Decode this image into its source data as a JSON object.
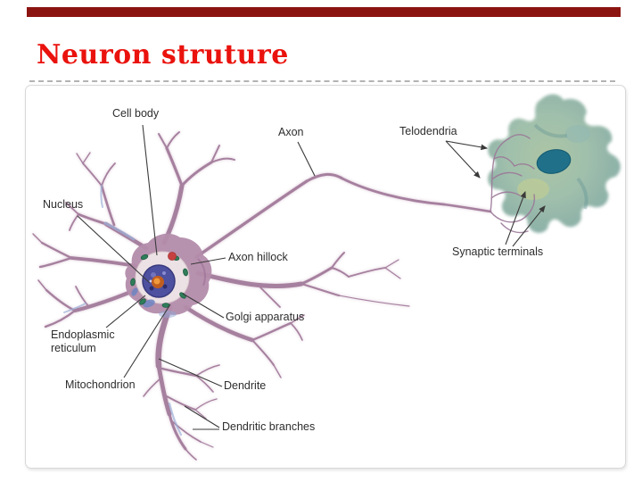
{
  "slide": {
    "title": "Neuron struture",
    "colors": {
      "title_text": "#ea120d",
      "top_bar": "#8c1410",
      "label_text": "#2d2d2d",
      "leader_line": "#3a3a3a",
      "panel_border": "#d8d8d8",
      "neuron_body": "#a6809f",
      "soma_fill": "#b38cab",
      "nucleus_fill": "#4e50a0",
      "nucleolus_fill": "#c05e1f",
      "organelle_green": "#2f7d5a",
      "target_cell_teal": "#7fa7a2",
      "target_cell_nucleus": "#20708a"
    }
  },
  "diagram": {
    "figure": "labeled neuron structure illustration",
    "labels": {
      "cell_body": "Cell body",
      "axon": "Axon",
      "telodendria": "Telodendria",
      "nucleus": "Nucleus",
      "axon_hillock": "Axon hillock",
      "synaptic_terminals": "Synaptic terminals",
      "golgi_apparatus": "Golgi apparatus",
      "endoplasmic_reticulum": "Endoplasmic\nreticulum",
      "mitochondrion": "Mitochondrion",
      "dendrite": "Dendrite",
      "dendritic_branches": "Dendritic branches"
    }
  }
}
